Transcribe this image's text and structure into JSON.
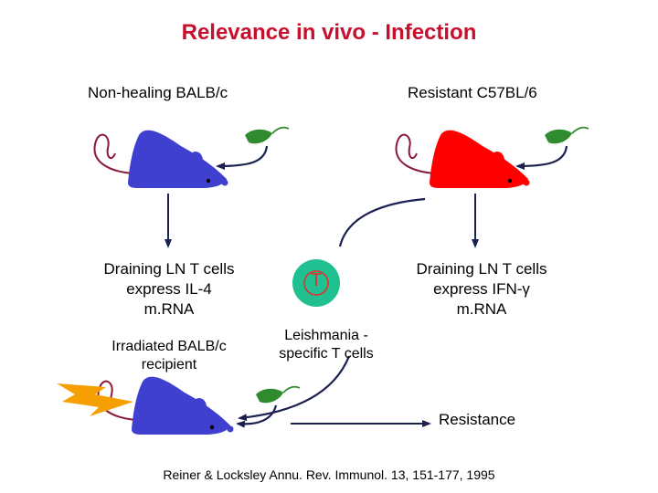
{
  "title": "Relevance in vivo - Infection",
  "labels": {
    "balb": "Non-healing BALB/c",
    "c57": "Resistant C57BL/6",
    "left_ln_1": "Draining LN T cells",
    "left_ln_2": "express IL-4",
    "left_ln_3": "m.RNA",
    "right_ln_1": "Draining LN T cells",
    "right_ln_2": "express IFN-γ",
    "right_ln_3": "m.RNA",
    "tcell_letter": "T",
    "leish_1": "Leishmania -",
    "leish_2": "specific T cells",
    "irr_1": "Irradiated BALB/c",
    "irr_2": "recipient",
    "resistance": "Resistance"
  },
  "citation": "Reiner & Locksley Annu. Rev. Immunol. 13, 151-177, 1995",
  "colors": {
    "title": "#c8102e",
    "mouse_balb": "#4040d0",
    "mouse_c57": "#ff0000",
    "tail": "#8b1a3a",
    "parasite": "#2e8b2e",
    "tcell_fill": "#20c090",
    "tcell_letter": "#e03030",
    "arrow": "#1a2050",
    "lightning": "#f5a000"
  },
  "icons": [
    "mouse-icon",
    "leishmania-parasite-icon",
    "t-cell-icon",
    "lightning-bolt-icon"
  ]
}
